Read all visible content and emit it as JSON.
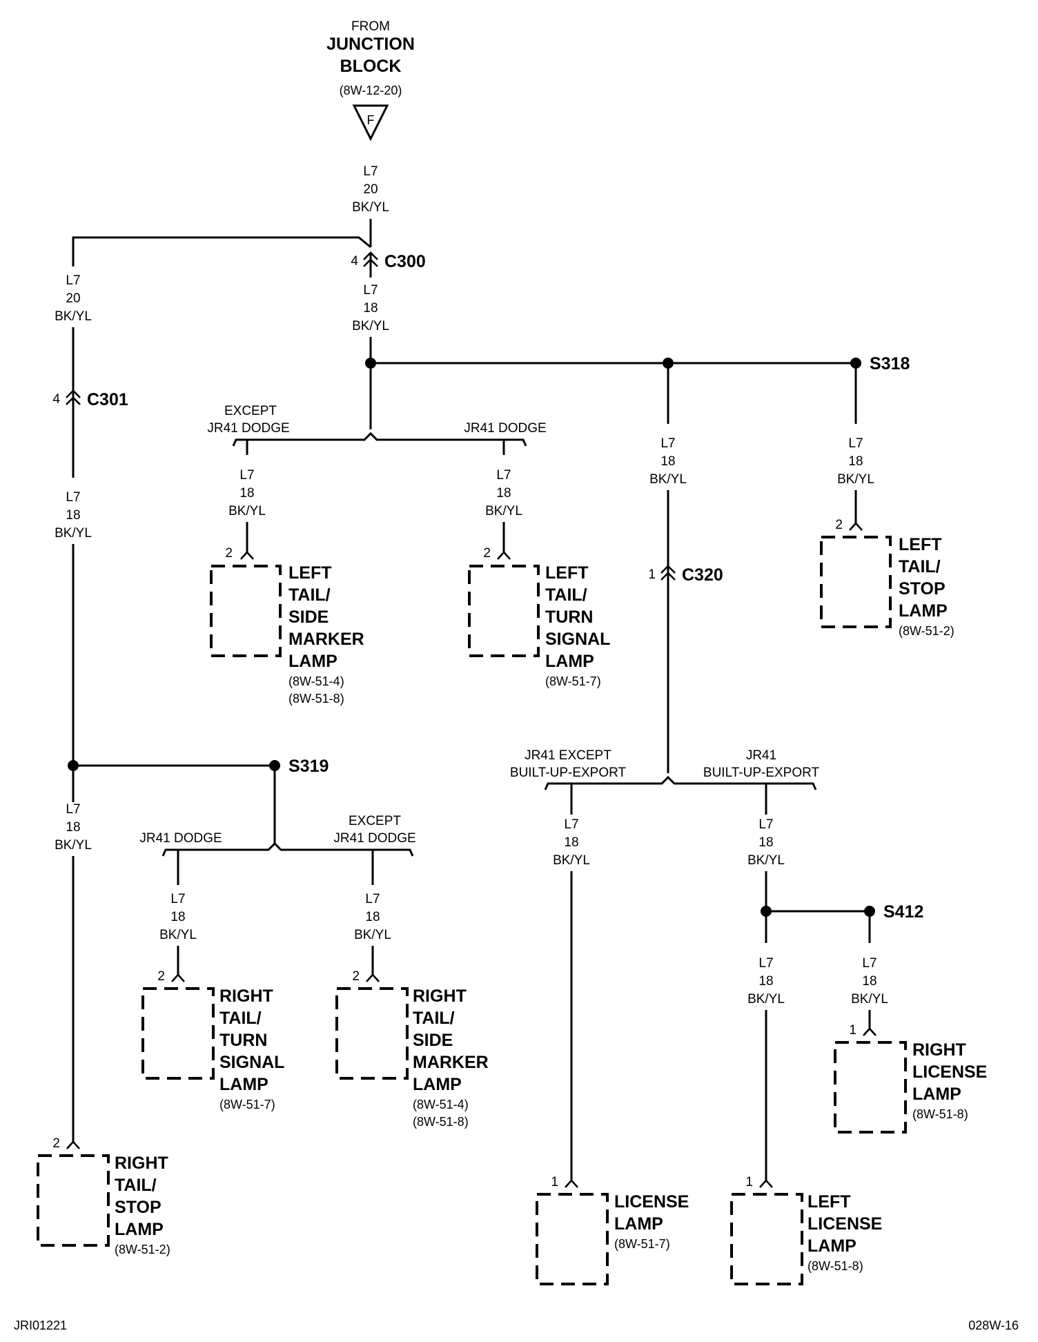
{
  "source": {
    "from": "FROM",
    "name_line1": "JUNCTION",
    "name_line2": "BLOCK",
    "ref": "(8W-12-20)",
    "cavity": "F"
  },
  "wire_src": {
    "circuit": "L7",
    "gauge": "20",
    "color": "BK/YL"
  },
  "c300": {
    "pin": "4",
    "name": "C300"
  },
  "wire_c300": {
    "circuit": "L7",
    "gauge": "18",
    "color": "BK/YL"
  },
  "wire_left_top": {
    "circuit": "L7",
    "gauge": "20",
    "color": "BK/YL"
  },
  "c301": {
    "pin": "4",
    "name": "C301"
  },
  "wire_left_mid": {
    "circuit": "L7",
    "gauge": "18",
    "color": "BK/YL"
  },
  "s318": {
    "name": "S318"
  },
  "s319": {
    "name": "S319"
  },
  "s412": {
    "name": "S412"
  },
  "c320": {
    "pin": "1",
    "name": "C320"
  },
  "split_a": {
    "left_label": "EXCEPT",
    "left_label2": "JR41 DODGE",
    "right_label": "JR41 DODGE"
  },
  "split_b": {
    "left_label": "JR41 DODGE",
    "right_label": "EXCEPT",
    "right_label2": "JR41 DODGE"
  },
  "split_c": {
    "left_label": "JR41 EXCEPT",
    "left_label2": "BUILT-UP-EXPORT",
    "right_label": "JR41",
    "right_label2": "BUILT-UP-EXPORT"
  },
  "wires": {
    "w1": {
      "circuit": "L7",
      "gauge": "18",
      "color": "BK/YL"
    },
    "w2": {
      "circuit": "L7",
      "gauge": "18",
      "color": "BK/YL"
    },
    "w3": {
      "circuit": "L7",
      "gauge": "18",
      "color": "BK/YL"
    },
    "w4": {
      "circuit": "L7",
      "gauge": "18",
      "color": "BK/YL"
    },
    "w5": {
      "circuit": "L7",
      "gauge": "18",
      "color": "BK/YL"
    },
    "w6": {
      "circuit": "L7",
      "gauge": "18",
      "color": "BK/YL"
    },
    "w7": {
      "circuit": "L7",
      "gauge": "18",
      "color": "BK/YL"
    },
    "w8": {
      "circuit": "L7",
      "gauge": "18",
      "color": "BK/YL"
    },
    "w9": {
      "circuit": "L7",
      "gauge": "18",
      "color": "BK/YL"
    },
    "w10": {
      "circuit": "L7",
      "gauge": "18",
      "color": "BK/YL"
    },
    "w11": {
      "circuit": "L7",
      "gauge": "18",
      "color": "BK/YL"
    },
    "w12": {
      "circuit": "L7",
      "gauge": "18",
      "color": "BK/YL"
    }
  },
  "lamps": {
    "left_tail_side_marker": {
      "pin": "2",
      "l1": "LEFT",
      "l2": "TAIL/",
      "l3": "SIDE",
      "l4": "MARKER",
      "l5": "LAMP",
      "ref1": "(8W-51-4)",
      "ref2": "(8W-51-8)"
    },
    "left_tail_turn": {
      "pin": "2",
      "l1": "LEFT",
      "l2": "TAIL/",
      "l3": "TURN",
      "l4": "SIGNAL",
      "l5": "LAMP",
      "ref1": "(8W-51-7)"
    },
    "left_tail_stop": {
      "pin": "2",
      "l1": "LEFT",
      "l2": "TAIL/",
      "l3": "STOP",
      "l4": "LAMP",
      "ref1": "(8W-51-2)"
    },
    "right_tail_turn": {
      "pin": "2",
      "l1": "RIGHT",
      "l2": "TAIL/",
      "l3": "TURN",
      "l4": "SIGNAL",
      "l5": "LAMP",
      "ref1": "(8W-51-7)"
    },
    "right_tail_side_marker": {
      "pin": "2",
      "l1": "RIGHT",
      "l2": "TAIL/",
      "l3": "SIDE",
      "l4": "MARKER",
      "l5": "LAMP",
      "ref1": "(8W-51-4)",
      "ref2": "(8W-51-8)"
    },
    "right_tail_stop": {
      "pin": "2",
      "l1": "RIGHT",
      "l2": "TAIL/",
      "l3": "STOP",
      "l4": "LAMP",
      "ref1": "(8W-51-2)"
    },
    "license": {
      "pin": "1",
      "l1": "LICENSE",
      "l2": "LAMP",
      "ref1": "(8W-51-7)"
    },
    "left_license": {
      "pin": "1",
      "l1": "LEFT",
      "l2": "LICENSE",
      "l3": "LAMP",
      "ref1": "(8W-51-8)"
    },
    "right_license": {
      "pin": "1",
      "l1": "RIGHT",
      "l2": "LICENSE",
      "l3": "LAMP",
      "ref1": "(8W-51-8)"
    }
  },
  "footer": {
    "left": "JRI01221",
    "right": "028W-16"
  }
}
